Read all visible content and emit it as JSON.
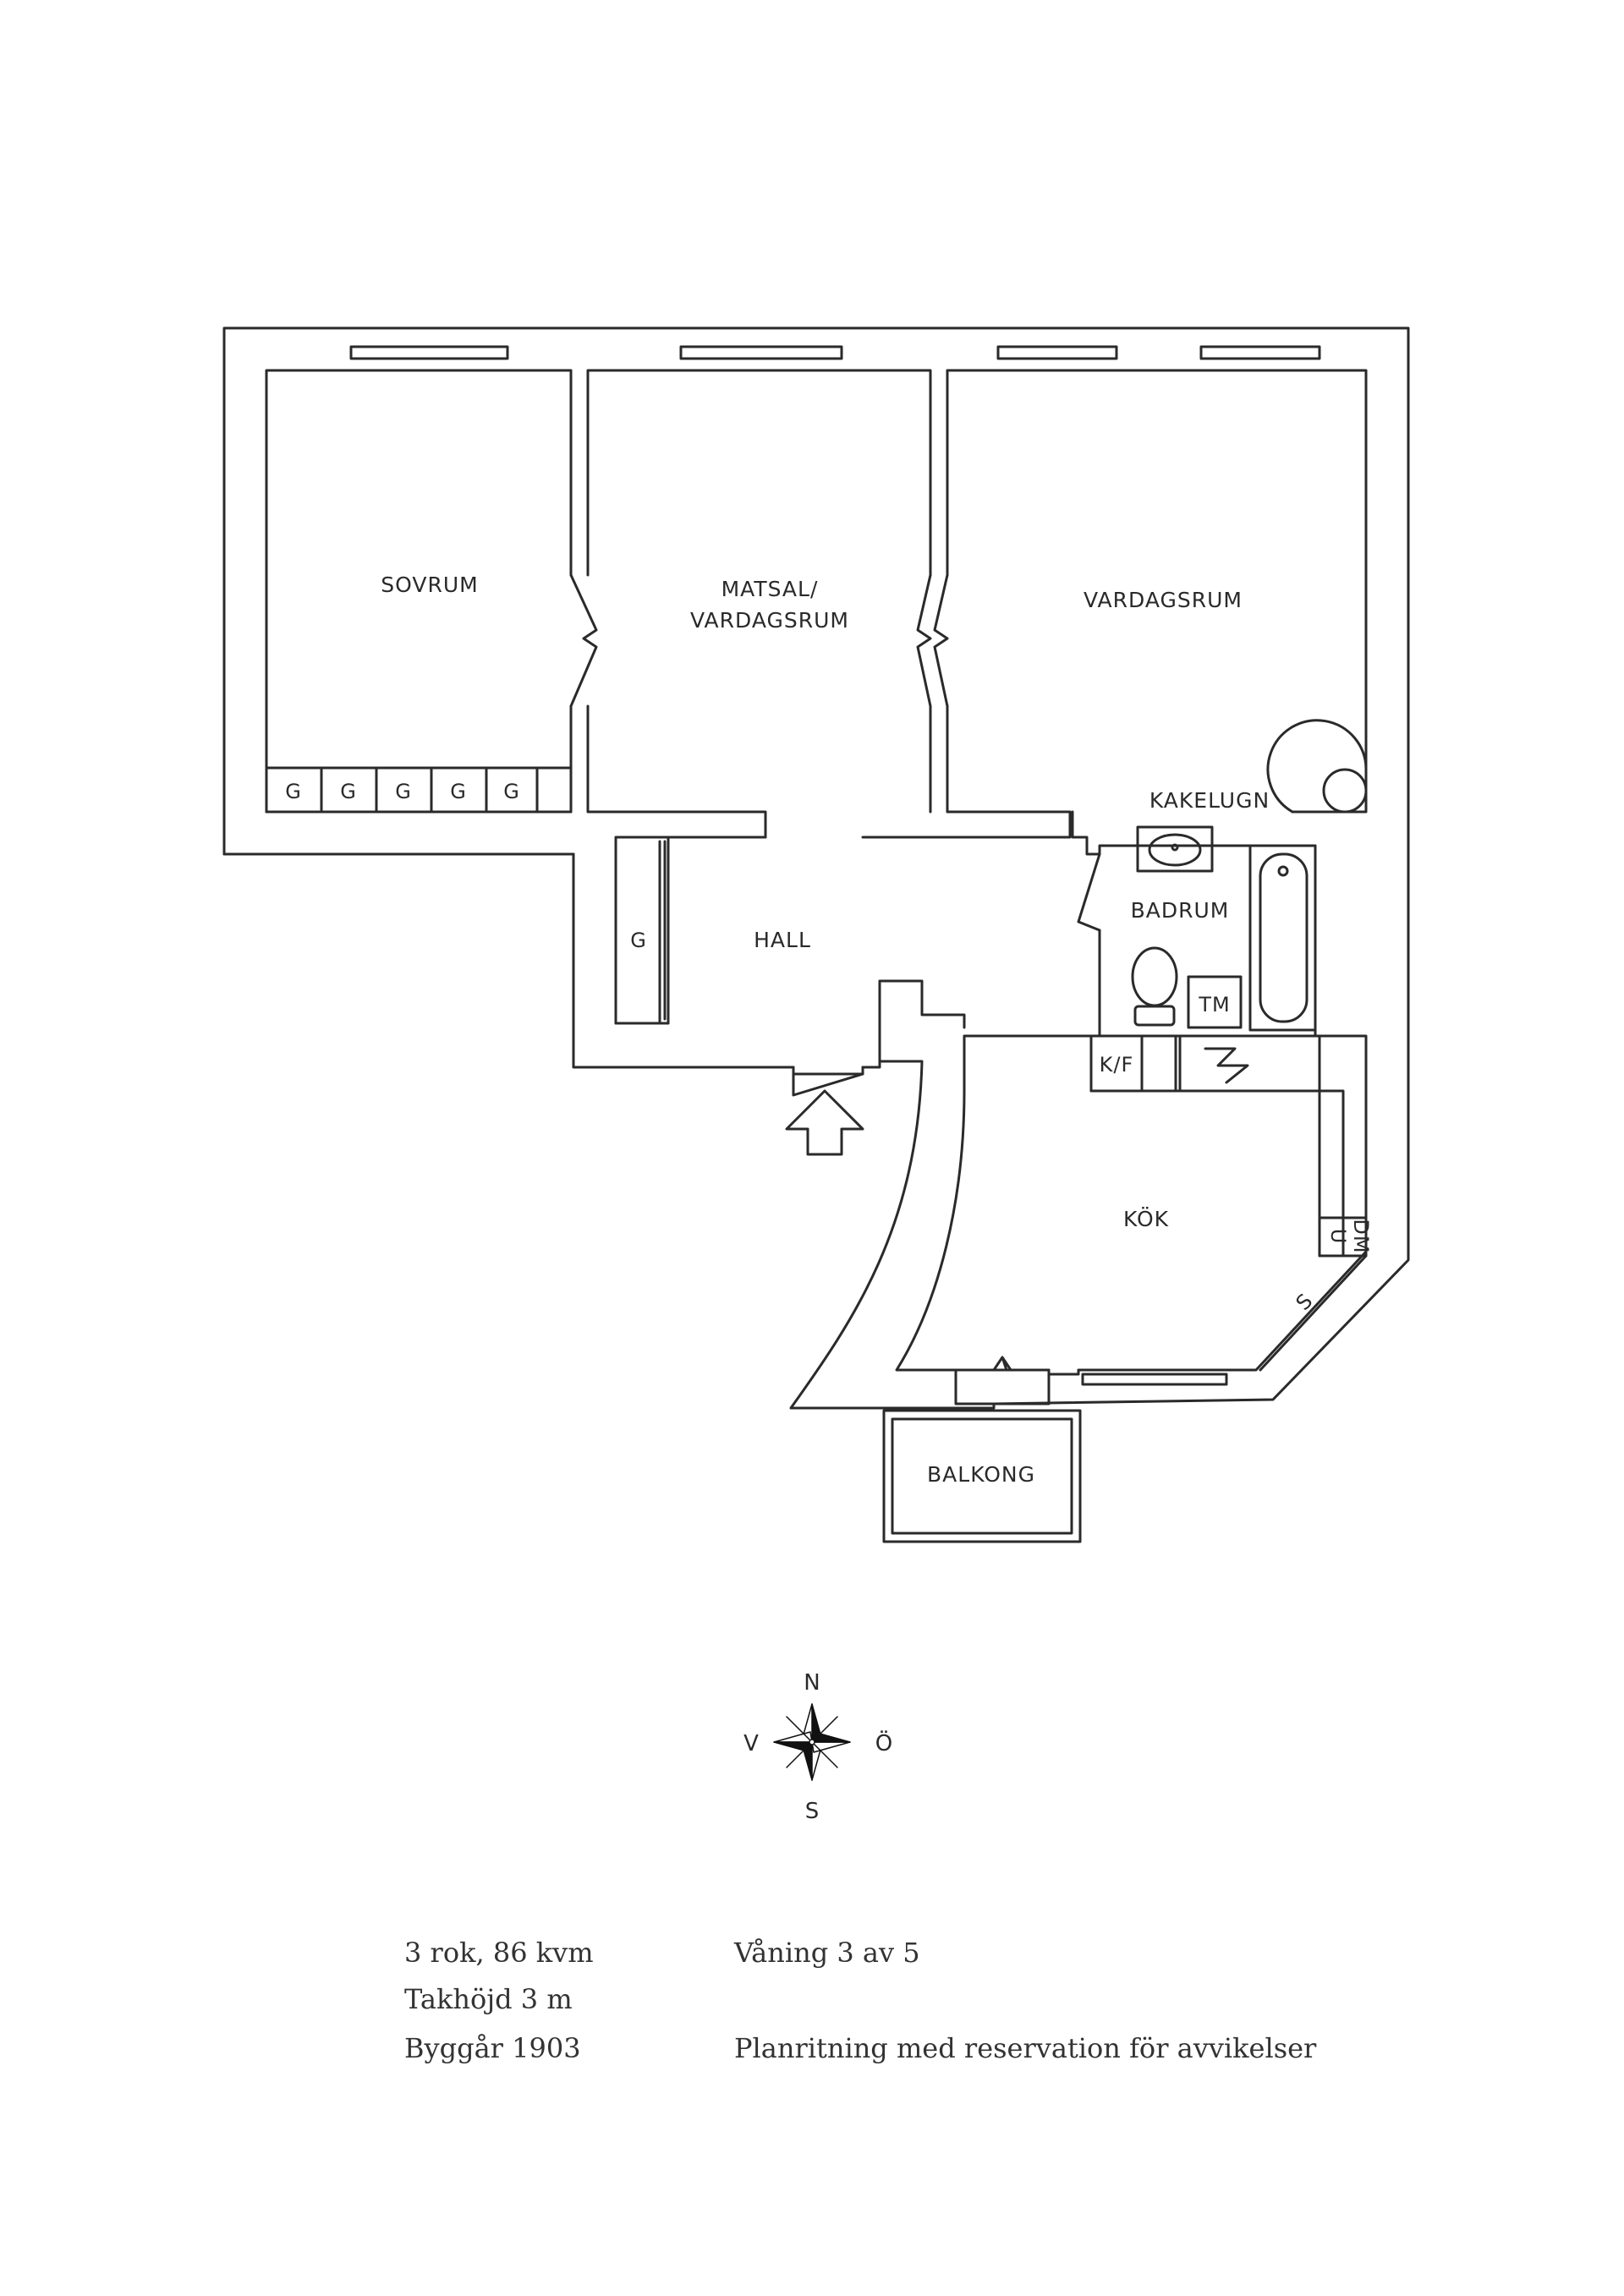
{
  "rooms": {
    "sovrum": "SOVRUM",
    "matsal_line1": "MATSAL/",
    "matsal_line2": "VARDAGSRUM",
    "vardagsrum": "VARDAGSRUM",
    "kakelugn": "KAKELUGN",
    "badrum": "BADRUM",
    "hall": "HALL",
    "kok": "KÖK",
    "balkong": "BALKONG"
  },
  "fixtures": {
    "wardrobe": "G",
    "tm": "TM",
    "kf": "K/F",
    "dm": "DM",
    "u": "U",
    "s": "S"
  },
  "compass": {
    "north": "N",
    "south": "S",
    "west": "V",
    "east": "Ö"
  },
  "info": {
    "rooms_area": "3 rok, 86 kvm",
    "ceiling": "Takhöjd 3 m",
    "built": "Byggår 1903",
    "floor": "Våning 3 av 5",
    "disclaimer": "Planritning med reservation för avvikelser"
  }
}
